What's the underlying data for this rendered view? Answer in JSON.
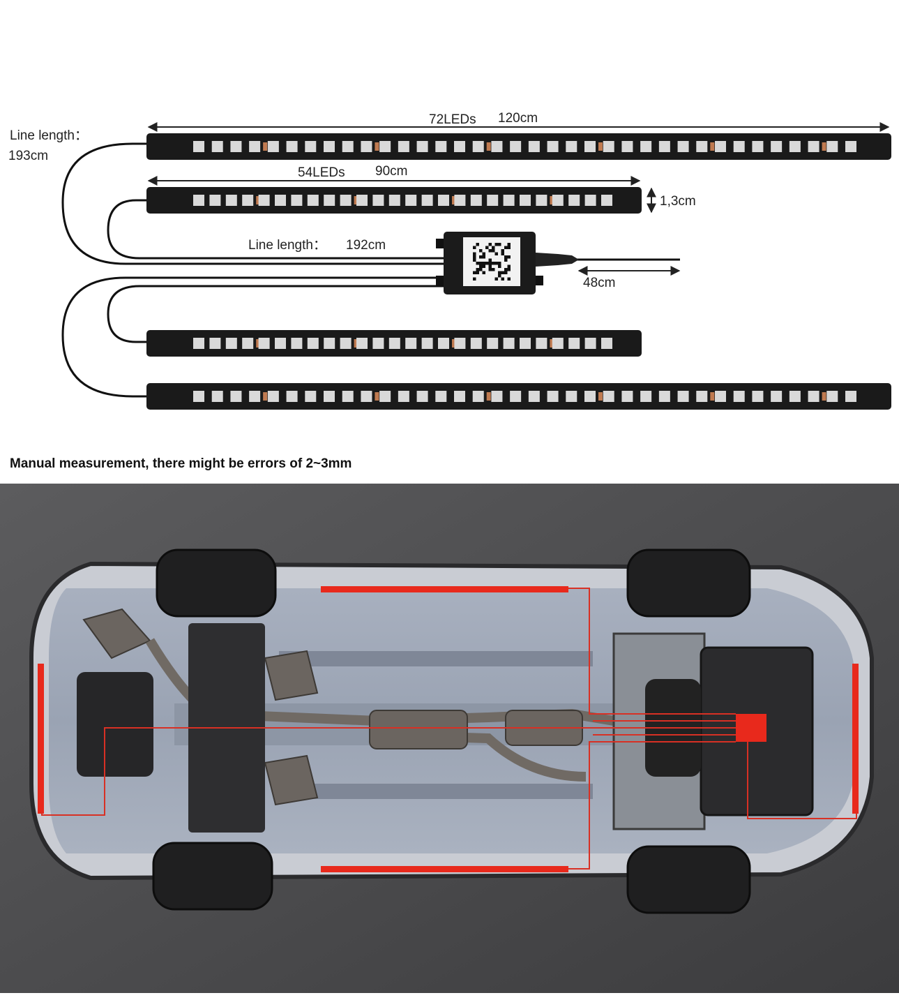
{
  "labels": {
    "line_length_top": "Line length：",
    "line_length_top_value": "193cm",
    "strip_long_label": "72LEDs",
    "strip_long_length": "120cm",
    "strip_short_label": "54LEDs",
    "strip_short_length": "90cm",
    "strip_height": "1,3cm",
    "line_length_mid": "Line length：",
    "line_length_mid_value": "192cm",
    "power_cable_length": "48cm"
  },
  "note": "Manual measurement, there might be errors of 2~3mm",
  "colors": {
    "strip_body": "#1a1a1a",
    "cable": "#111111",
    "underglow": "#e8291c",
    "led_chip": "#d9d9d9",
    "resistor": "#c07a50"
  },
  "icons": {
    "controller": "bluetooth-controller-with-qr-code",
    "car": "car-underside-photo"
  }
}
